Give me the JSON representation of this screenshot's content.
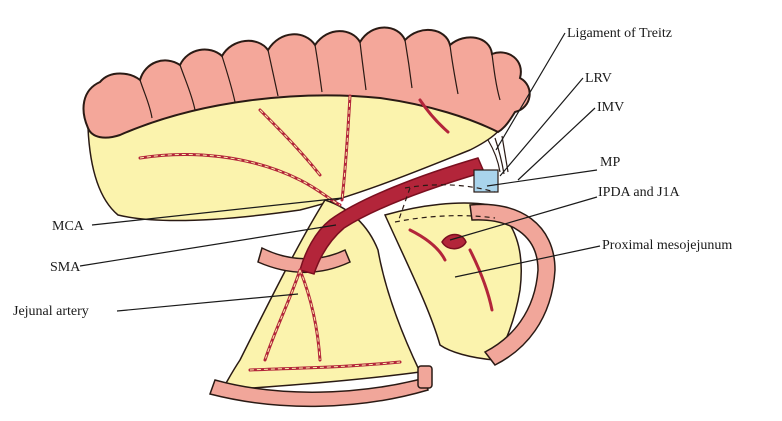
{
  "diagram": {
    "labels": {
      "ligament_of_treitz": "Ligament of Treitz",
      "lrv": "LRV",
      "imv": "IMV",
      "mp": "MP",
      "ipda_j1a": "IPDA and J1A",
      "proximal_mesojejunum": "Proximal mesojejunum",
      "mca": "MCA",
      "sma": "SMA",
      "jejunal_artery": "Jejunal artery"
    },
    "colors": {
      "colon": "#f4a79a",
      "colon_outline": "#2a1a14",
      "mesentery": "#fbf3ad",
      "vessel": "#b3253a",
      "vessel_dark": "#7a0f1f",
      "bowel": "#f1a69a",
      "blue_structure": "#a9d4ec",
      "leader_line": "#1a1a1a"
    }
  }
}
